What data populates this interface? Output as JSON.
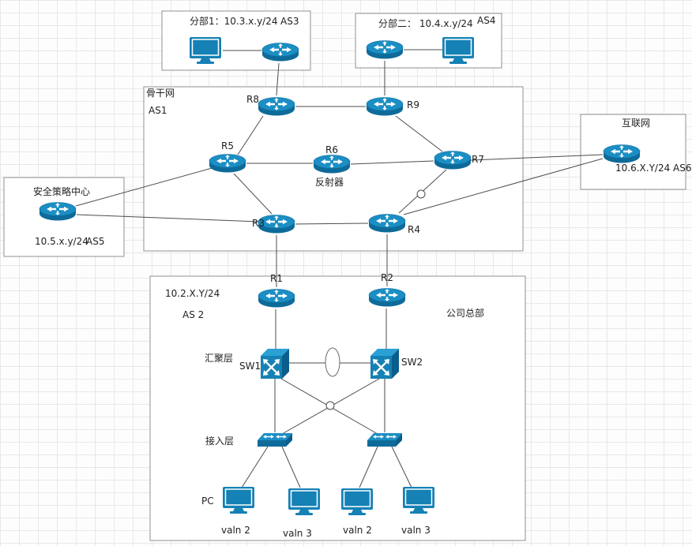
{
  "palette": {
    "device_blue": "#1581b5",
    "device_blue_light": "#2ba0d4",
    "device_blue_dark": "#0e6b99",
    "line_color": "#4d4d4d",
    "box_border": "#909090",
    "grid_line": "#e8e8e8"
  },
  "boxes": {
    "branch1": {
      "title": "分部1：10.3.x.y/24",
      "as_label": "AS3"
    },
    "branch2": {
      "title": "分部二：  10.4.x.y/24",
      "as_label": "AS4"
    },
    "backbone": {
      "title": "骨干网",
      "as_label": "AS1"
    },
    "internet": {
      "title": "互联网",
      "subnet_label": "10.6.X.Y/24  AS6"
    },
    "security": {
      "title": "安全策略中心",
      "subnet_label": "10.5.x.y/24",
      "as_label": "AS5"
    },
    "hq": {
      "subnet_label": "10.2.X.Y/24",
      "as_label": "AS 2",
      "title": "公司总部"
    }
  },
  "routers": {
    "r1": "R1",
    "r2": "R2",
    "r3": "R3",
    "r4": "R4",
    "r5": "R5",
    "r6": "R6",
    "r7": "R7",
    "r8": "R8",
    "r9": "R9"
  },
  "backbone_notes": {
    "reflector": "反射器"
  },
  "switches": {
    "sw1": "SW1",
    "sw2": "SW2"
  },
  "layer_labels": {
    "aggregation": "汇聚层",
    "access": "接入层",
    "pc": "PC"
  },
  "vlan_labels": [
    "valn 2",
    "valn 3",
    "valn 2",
    "valn 3"
  ]
}
